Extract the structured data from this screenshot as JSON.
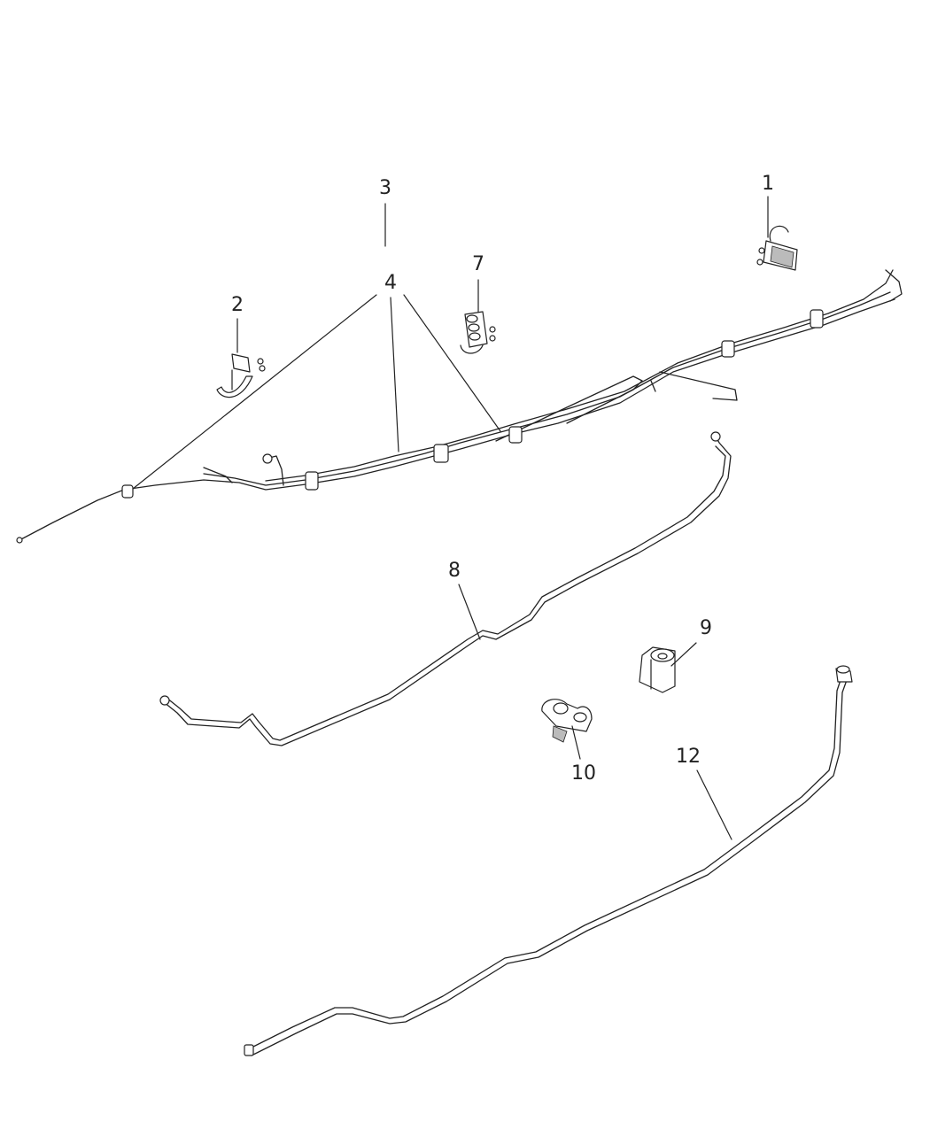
{
  "callouts": [
    {
      "id": "c1",
      "label": "1"
    },
    {
      "id": "c2",
      "label": "2"
    },
    {
      "id": "c3",
      "label": "3"
    },
    {
      "id": "c4",
      "label": "4"
    },
    {
      "id": "c7",
      "label": "7"
    },
    {
      "id": "c8",
      "label": "8"
    },
    {
      "id": "c9",
      "label": "9"
    },
    {
      "id": "c10",
      "label": "10"
    },
    {
      "id": "c12",
      "label": "12"
    }
  ]
}
